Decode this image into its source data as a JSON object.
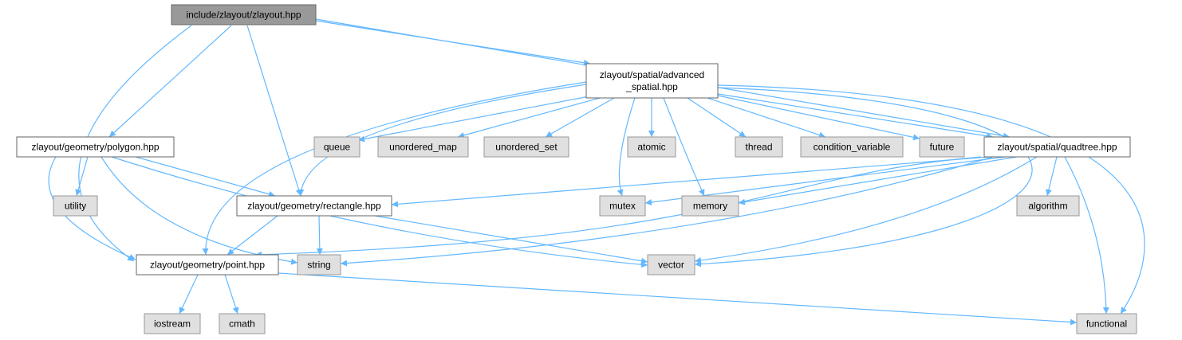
{
  "colors": {
    "edge": "#63b8ff",
    "root_fill": "#999999",
    "file_fill": "#ffffff",
    "system_fill": "#e0e0e0",
    "system_border": "#999999",
    "file_border": "#666666",
    "text": "#000000"
  },
  "nodes": [
    {
      "id": "root",
      "kind": "root",
      "lines": [
        "include/zlayout/zlayout.hpp"
      ]
    },
    {
      "id": "adv",
      "kind": "file",
      "lines": [
        "zlayout/spatial/advanced",
        "_spatial.hpp"
      ]
    },
    {
      "id": "polygon",
      "kind": "file",
      "lines": [
        "zlayout/geometry/polygon.hpp"
      ]
    },
    {
      "id": "quadtree",
      "kind": "file",
      "lines": [
        "zlayout/spatial/quadtree.hpp"
      ]
    },
    {
      "id": "rectangle",
      "kind": "file",
      "lines": [
        "zlayout/geometry/rectangle.hpp"
      ]
    },
    {
      "id": "point",
      "kind": "file",
      "lines": [
        "zlayout/geometry/point.hpp"
      ]
    },
    {
      "id": "queue",
      "kind": "system",
      "lines": [
        "queue"
      ]
    },
    {
      "id": "unordered_map",
      "kind": "system",
      "lines": [
        "unordered_map"
      ]
    },
    {
      "id": "unordered_set",
      "kind": "system",
      "lines": [
        "unordered_set"
      ]
    },
    {
      "id": "atomic",
      "kind": "system",
      "lines": [
        "atomic"
      ]
    },
    {
      "id": "thread",
      "kind": "system",
      "lines": [
        "thread"
      ]
    },
    {
      "id": "condition_variable",
      "kind": "system",
      "lines": [
        "condition_variable"
      ]
    },
    {
      "id": "future",
      "kind": "system",
      "lines": [
        "future"
      ]
    },
    {
      "id": "utility",
      "kind": "system",
      "lines": [
        "utility"
      ]
    },
    {
      "id": "mutex",
      "kind": "system",
      "lines": [
        "mutex"
      ]
    },
    {
      "id": "memory",
      "kind": "system",
      "lines": [
        "memory"
      ]
    },
    {
      "id": "algorithm",
      "kind": "system",
      "lines": [
        "algorithm"
      ]
    },
    {
      "id": "string",
      "kind": "system",
      "lines": [
        "string"
      ]
    },
    {
      "id": "vector",
      "kind": "system",
      "lines": [
        "vector"
      ]
    },
    {
      "id": "iostream",
      "kind": "system",
      "lines": [
        "iostream"
      ]
    },
    {
      "id": "cmath",
      "kind": "system",
      "lines": [
        "cmath"
      ]
    },
    {
      "id": "functional",
      "kind": "system",
      "lines": [
        "functional"
      ]
    }
  ],
  "edges": [
    {
      "from": "root",
      "to": "adv"
    },
    {
      "from": "root",
      "to": "polygon"
    },
    {
      "from": "root",
      "to": "rectangle"
    },
    {
      "from": "root",
      "to": "point"
    },
    {
      "from": "root",
      "to": "quadtree"
    },
    {
      "from": "adv",
      "to": "queue"
    },
    {
      "from": "adv",
      "to": "unordered_map"
    },
    {
      "from": "adv",
      "to": "unordered_set"
    },
    {
      "from": "adv",
      "to": "atomic"
    },
    {
      "from": "adv",
      "to": "thread"
    },
    {
      "from": "adv",
      "to": "condition_variable"
    },
    {
      "from": "adv",
      "to": "future"
    },
    {
      "from": "adv",
      "to": "quadtree"
    },
    {
      "from": "adv",
      "to": "mutex"
    },
    {
      "from": "adv",
      "to": "memory"
    },
    {
      "from": "adv",
      "to": "rectangle"
    },
    {
      "from": "adv",
      "to": "point"
    },
    {
      "from": "adv",
      "to": "vector"
    },
    {
      "from": "adv",
      "to": "functional"
    },
    {
      "from": "polygon",
      "to": "utility"
    },
    {
      "from": "polygon",
      "to": "rectangle"
    },
    {
      "from": "polygon",
      "to": "point"
    },
    {
      "from": "polygon",
      "to": "string"
    },
    {
      "from": "polygon",
      "to": "vector"
    },
    {
      "from": "quadtree",
      "to": "rectangle"
    },
    {
      "from": "quadtree",
      "to": "mutex"
    },
    {
      "from": "quadtree",
      "to": "memory"
    },
    {
      "from": "quadtree",
      "to": "algorithm"
    },
    {
      "from": "quadtree",
      "to": "functional"
    },
    {
      "from": "quadtree",
      "to": "vector"
    },
    {
      "from": "quadtree",
      "to": "string"
    },
    {
      "from": "quadtree",
      "to": "point"
    },
    {
      "from": "rectangle",
      "to": "point"
    },
    {
      "from": "rectangle",
      "to": "string"
    },
    {
      "from": "rectangle",
      "to": "vector"
    },
    {
      "from": "point",
      "to": "iostream"
    },
    {
      "from": "point",
      "to": "cmath"
    },
    {
      "from": "point",
      "to": "functional"
    }
  ]
}
